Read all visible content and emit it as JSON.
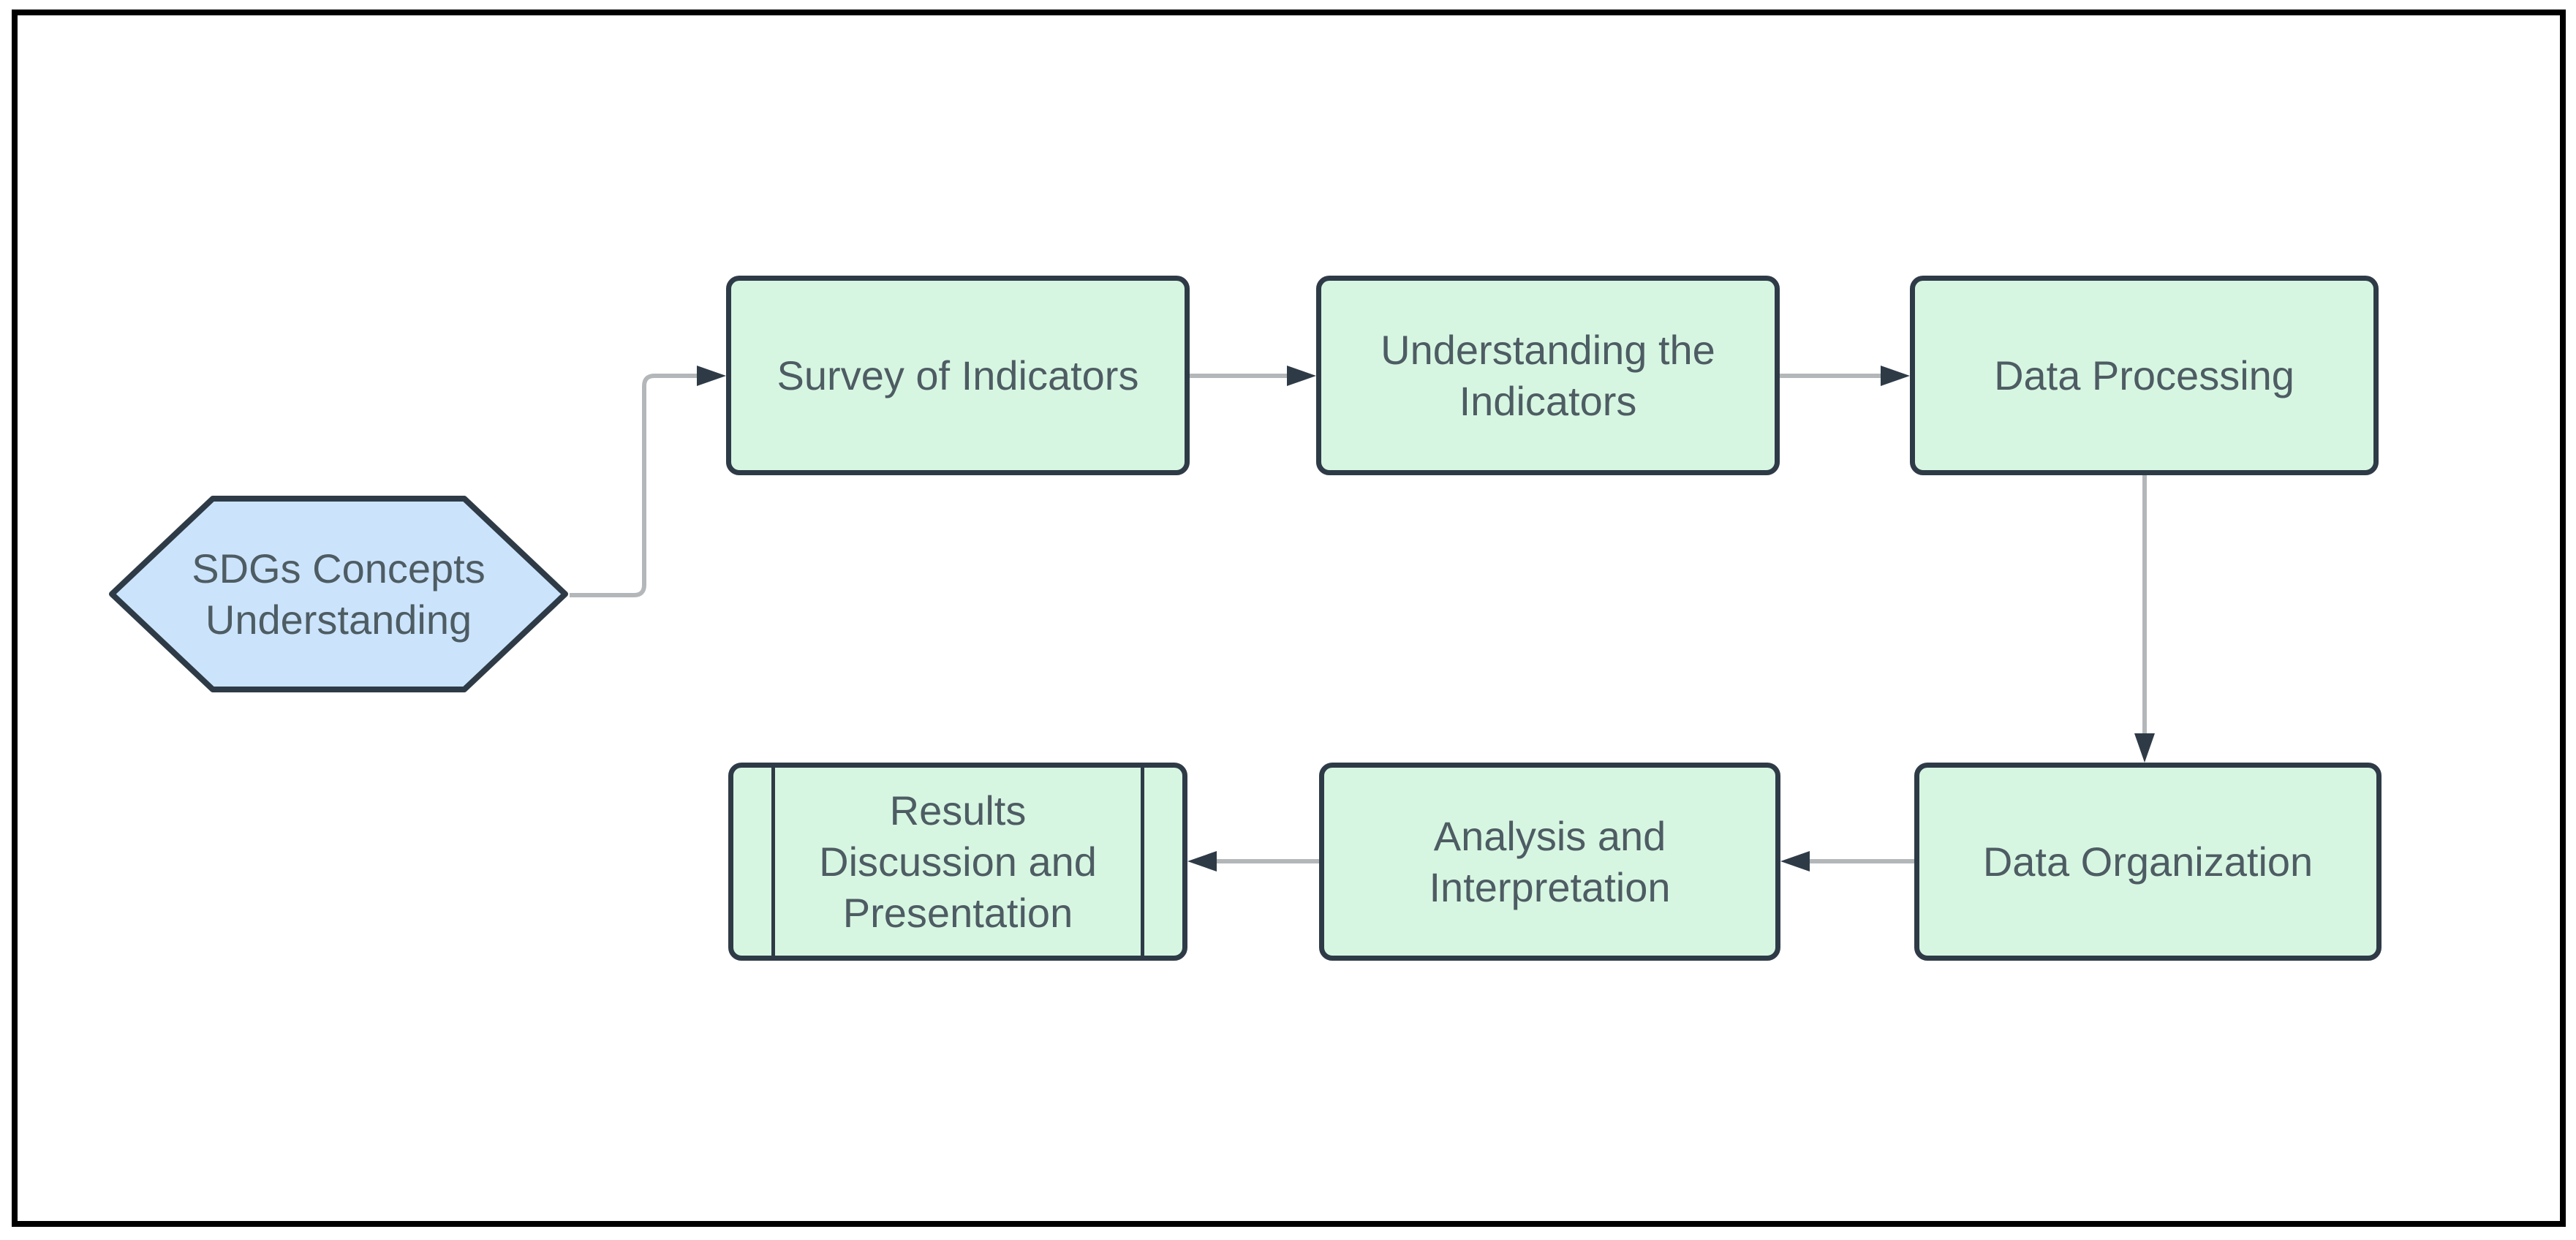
{
  "diagram": {
    "nodes": [
      {
        "id": "sdgs-concepts-understanding",
        "label": "SDGs Concepts Understanding",
        "shape": "hexagon",
        "fill": "#cbe4fb",
        "stroke": "#2e3b47"
      },
      {
        "id": "survey-of-indicators",
        "label": "Survey of Indicators",
        "shape": "rounded-rectangle",
        "fill": "#d7f6e2",
        "stroke": "#2e3b47"
      },
      {
        "id": "understanding-the-indicators",
        "label": "Understanding the Indicators",
        "shape": "rounded-rectangle",
        "fill": "#d7f6e2",
        "stroke": "#2e3b47"
      },
      {
        "id": "data-processing",
        "label": "Data Processing",
        "shape": "rounded-rectangle",
        "fill": "#d7f6e2",
        "stroke": "#2e3b47"
      },
      {
        "id": "data-organization",
        "label": "Data Organization",
        "shape": "rounded-rectangle",
        "fill": "#d7f6e2",
        "stroke": "#2e3b47"
      },
      {
        "id": "analysis-and-interpretation",
        "label": "Analysis and Interpretation",
        "shape": "rounded-rectangle",
        "fill": "#d7f6e2",
        "stroke": "#2e3b47"
      },
      {
        "id": "results-discussion-and-presentation",
        "label": "Results Discussion and Presentation",
        "shape": "predefined-process",
        "fill": "#d7f6e2",
        "stroke": "#2e3b47"
      }
    ],
    "edges": [
      {
        "from": "sdgs-concepts-understanding",
        "to": "survey-of-indicators"
      },
      {
        "from": "survey-of-indicators",
        "to": "understanding-the-indicators"
      },
      {
        "from": "understanding-the-indicators",
        "to": "data-processing"
      },
      {
        "from": "data-processing",
        "to": "data-organization"
      },
      {
        "from": "data-organization",
        "to": "analysis-and-interpretation"
      },
      {
        "from": "analysis-and-interpretation",
        "to": "results-discussion-and-presentation"
      }
    ],
    "colors": {
      "background": "#ffffff",
      "frame": "#000000",
      "node_fill_green": "#d7f6e2",
      "node_fill_blue": "#cbe4fb",
      "node_stroke": "#2e3b47",
      "edge_line": "#b4b7b9",
      "arrowhead": "#2e3b47",
      "text": "#4e5c63"
    }
  }
}
